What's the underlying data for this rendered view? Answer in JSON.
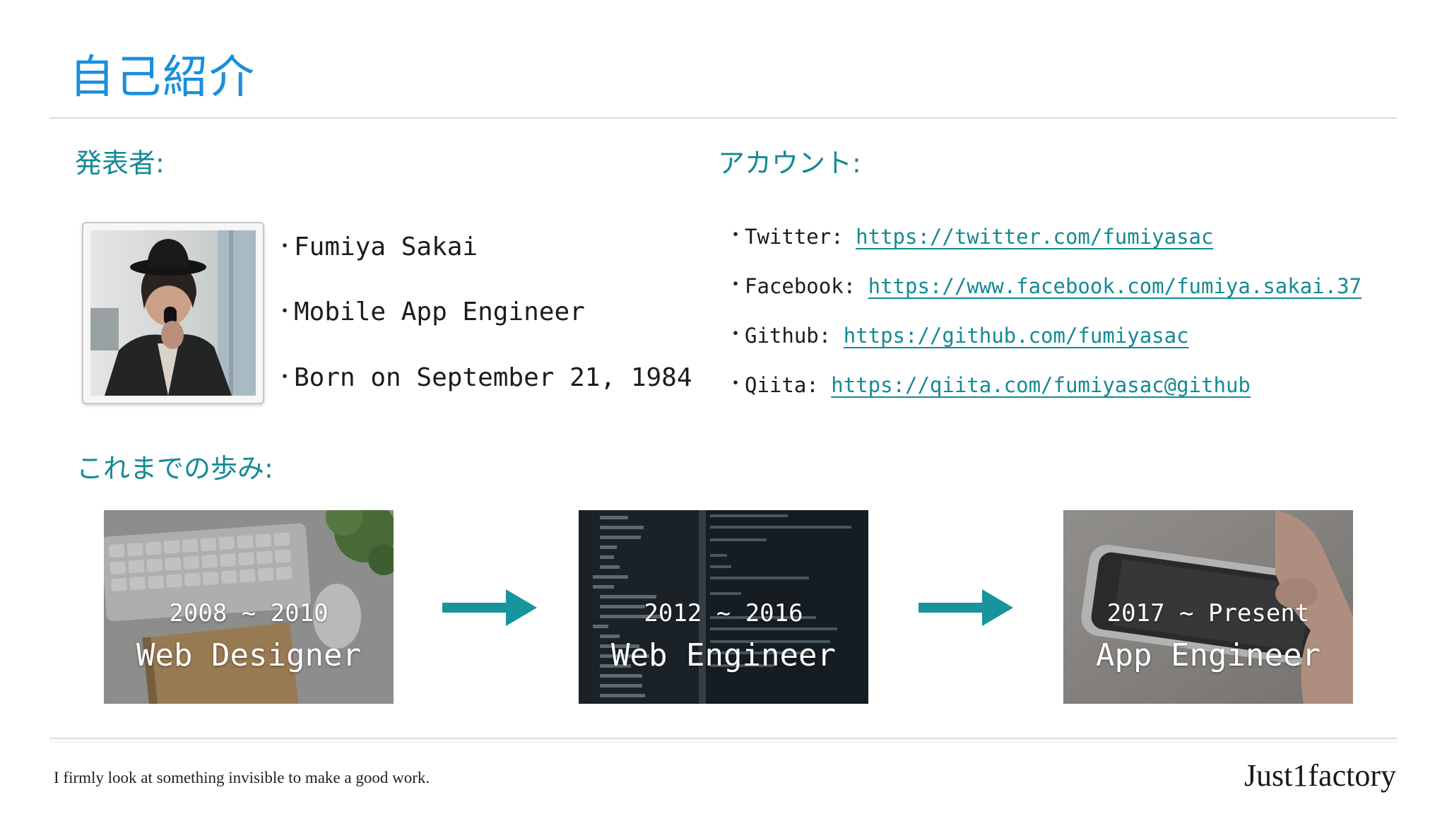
{
  "slide": {
    "title": "自己紹介",
    "footer_quote": "I firmly look at something invisible to make a good work.",
    "footer_brand": "Just1factory"
  },
  "presenter": {
    "heading": "発表者:",
    "items": [
      "Fumiya Sakai",
      "Mobile App Engineer",
      "Born on September 21, 1984"
    ]
  },
  "account": {
    "heading": "アカウント:",
    "items": [
      {
        "label": "Twitter:",
        "url": "https://twitter.com/fumiyasac"
      },
      {
        "label": "Facebook:",
        "url": "https://www.facebook.com/fumiya.sakai.37"
      },
      {
        "label": "Github:",
        "url": "https://github.com/fumiyasac"
      },
      {
        "label": "Qiita:",
        "url": "https://qiita.com/fumiyasac@github"
      }
    ]
  },
  "history": {
    "heading": "これまでの歩み:",
    "stages": [
      {
        "period": "2008 ~ 2010",
        "role": "Web Designer"
      },
      {
        "period": "2012 ~ 2016",
        "role": "Web Engineer"
      },
      {
        "period": "2017 ~ Present",
        "role": "App Engineer"
      }
    ]
  },
  "colors": {
    "title": "#1a8fdc",
    "heading": "#148a94",
    "link": "#148a94",
    "arrow": "#17949c"
  },
  "icons": {
    "bullet": "・",
    "arrow": "right-arrow-icon"
  }
}
